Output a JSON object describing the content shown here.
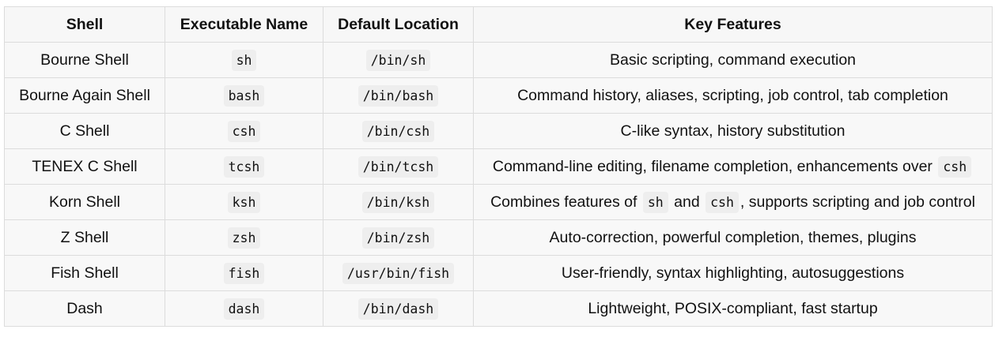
{
  "table": {
    "headers": [
      "Shell",
      "Executable Name",
      "Default Location",
      "Key Features"
    ],
    "rows": [
      {
        "shell": "Bourne Shell",
        "executable": "sh",
        "location": "/bin/sh",
        "features": [
          {
            "t": "Basic scripting, command execution"
          }
        ]
      },
      {
        "shell": "Bourne Again Shell",
        "executable": "bash",
        "location": "/bin/bash",
        "features": [
          {
            "t": "Command history, aliases, scripting, job control, tab completion"
          }
        ]
      },
      {
        "shell": "C Shell",
        "executable": "csh",
        "location": "/bin/csh",
        "features": [
          {
            "t": "C-like syntax, history substitution"
          }
        ]
      },
      {
        "shell": "TENEX C Shell",
        "executable": "tcsh",
        "location": "/bin/tcsh",
        "features": [
          {
            "t": "Command-line editing, filename completion, enhancements over "
          },
          {
            "code": "csh"
          }
        ]
      },
      {
        "shell": "Korn Shell",
        "executable": "ksh",
        "location": "/bin/ksh",
        "features": [
          {
            "t": "Combines features of "
          },
          {
            "code": "sh"
          },
          {
            "t": " and "
          },
          {
            "code": "csh"
          },
          {
            "t": ", supports scripting and job control"
          }
        ]
      },
      {
        "shell": "Z Shell",
        "executable": "zsh",
        "location": "/bin/zsh",
        "features": [
          {
            "t": "Auto-correction, powerful completion, themes, plugins"
          }
        ]
      },
      {
        "shell": "Fish Shell",
        "executable": "fish",
        "location": "/usr/bin/fish",
        "features": [
          {
            "t": "User-friendly, syntax highlighting, autosuggestions"
          }
        ]
      },
      {
        "shell": "Dash",
        "executable": "dash",
        "location": "/bin/dash",
        "features": [
          {
            "t": "Lightweight, POSIX-compliant, fast startup"
          }
        ]
      }
    ]
  }
}
